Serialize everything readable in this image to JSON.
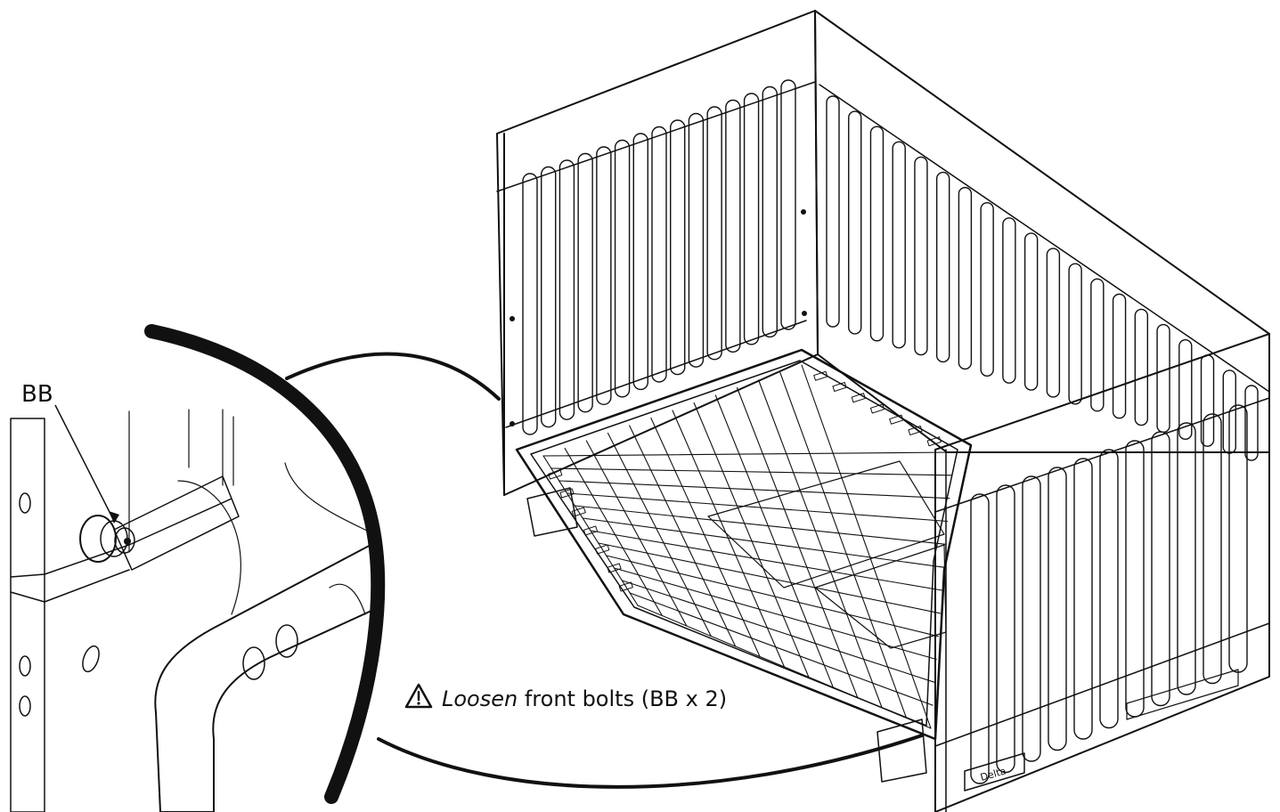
{
  "callout": {
    "label": "BB"
  },
  "instruction": {
    "icon": "warning-triangle-icon",
    "verb": "Loosen",
    "rest": " front bolts (BB x 2)"
  },
  "crib": {
    "brand_plate": "Delta"
  },
  "colors": {
    "ink": "#111111",
    "paper": "#ffffff"
  }
}
